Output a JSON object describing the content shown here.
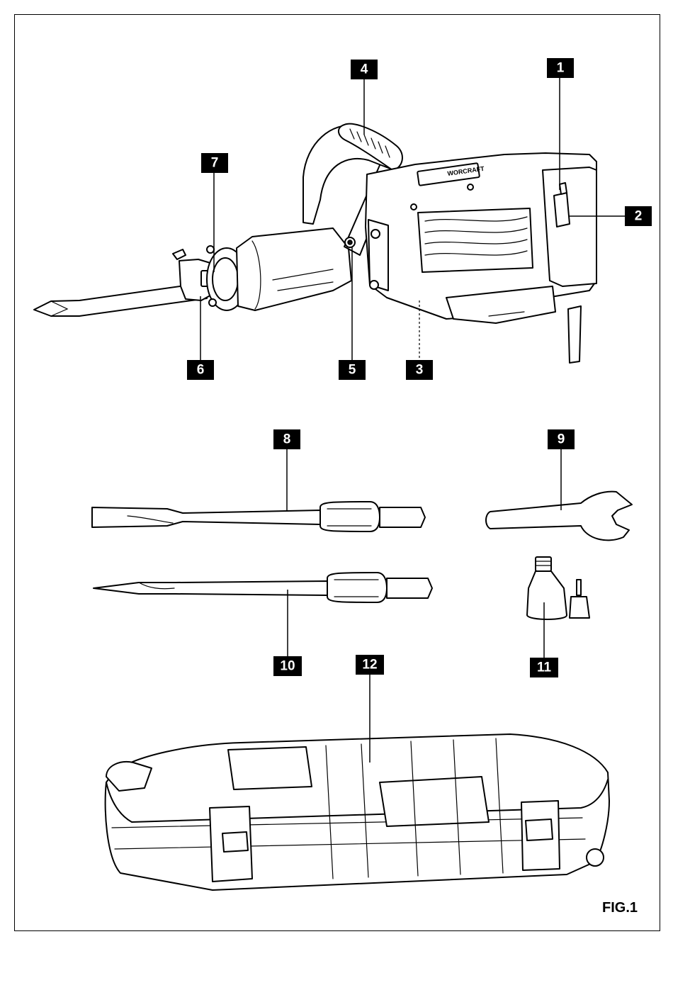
{
  "callouts": [
    "1",
    "2",
    "3",
    "4",
    "5",
    "6",
    "7",
    "8",
    "9",
    "10",
    "11",
    "12"
  ],
  "brand_logo": "WORCRAFT",
  "figure_label": "FIG.1"
}
